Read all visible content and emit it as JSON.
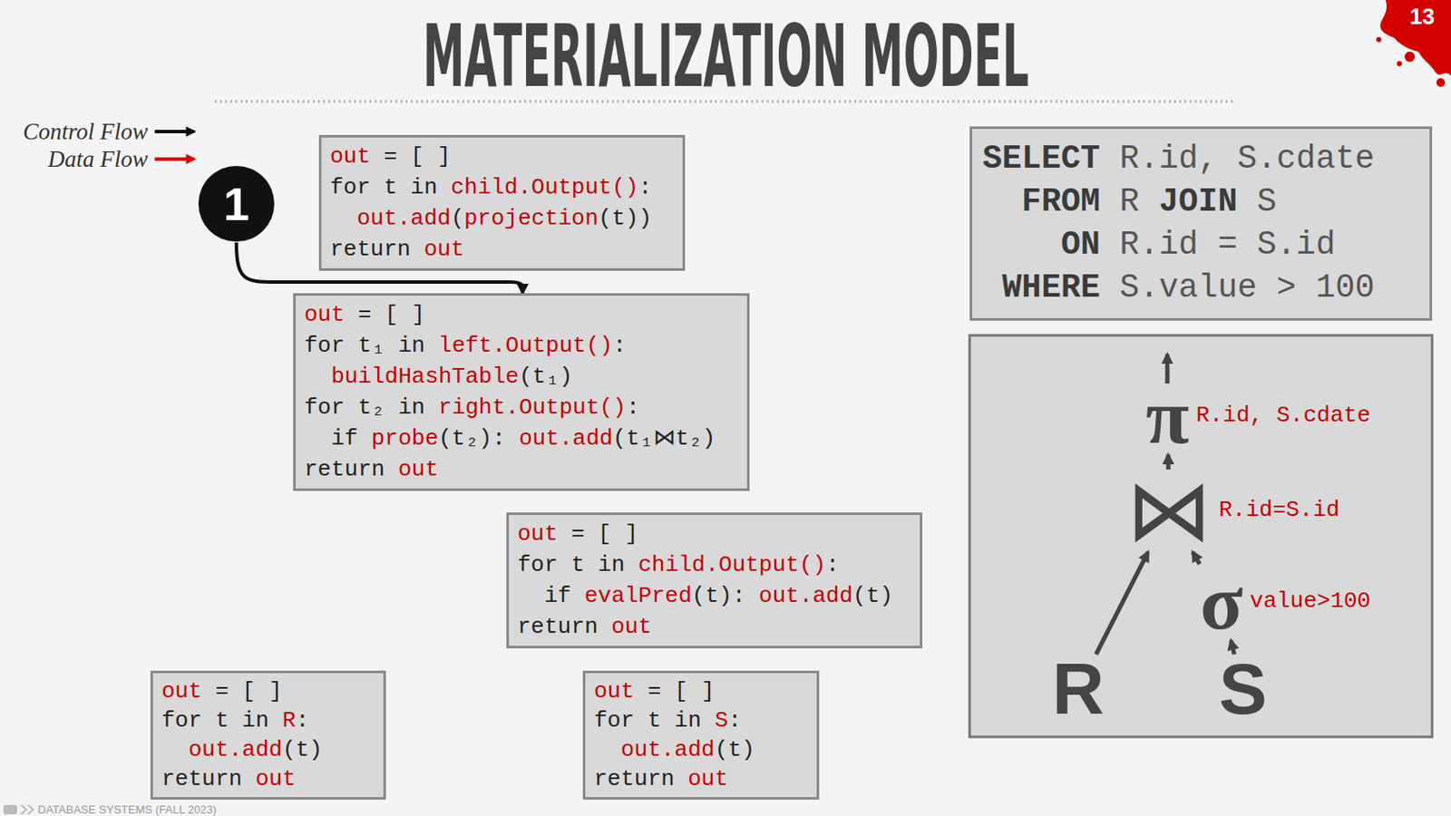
{
  "diagram": {
    "title": "MATERIALIZATION MODEL",
    "nodes": [
      {
        "text": [
          "out",
          "= [ ]",
          "for t in",
          "child.Output()",
          ":",
          "out.add",
          "(",
          "projection",
          "(t))",
          "return",
          "out"
        ]
      },
      {
        "text": [
          "1"
        ]
      },
      {
        "text": [
          "out",
          "= [ ]",
          "for t₁ in",
          "left.Output()",
          ":",
          "buildHashTable",
          "(t₁)",
          "for t₂ in",
          "right.Output()",
          ":",
          "if",
          "probe",
          "(t₂):",
          "out.add",
          "(t₁⋈t₂)",
          "return",
          "out"
        ]
      },
      {
        "text": [
          "out",
          "= [ ]",
          "for t in",
          "child.Output()",
          ":",
          "if",
          "evalPred",
          "(t):",
          "out.add",
          "(t)",
          "return",
          "out"
        ]
      },
      {
        "text": [
          "out",
          "= [ ]",
          "for t in",
          "R",
          ":",
          "out.add",
          "(t)",
          "return",
          "out"
        ]
      },
      {
        "text": [
          "out",
          "= [ ]",
          "for t in",
          "S",
          ":",
          "out.add",
          "(t)",
          "return",
          "out"
        ]
      },
      {
        "text": [
          "SELECT",
          "R.id, S.cdate",
          "FROM",
          "R",
          "JOIN",
          "S",
          "ON",
          "R.id = S.id",
          "WHERE",
          "S.value > 100"
        ]
      },
      {
        "text": [
          "π",
          "R.id, S.cdate"
        ]
      },
      {
        "text": [
          "⋈",
          "R.id=S.id"
        ]
      },
      {
        "text": [
          "σ",
          "value>100"
        ]
      },
      {
        "text": [
          "R"
        ]
      },
      {
        "text": [
          "S"
        ]
      }
    ],
    "edges": [
      {
        "from": 1,
        "to": 2,
        "arrow": "to"
      },
      {
        "from": 10,
        "to": 8,
        "arrow": "to"
      },
      {
        "from": 11,
        "to": 9,
        "arrow": "to"
      },
      {
        "from": 9,
        "to": 8,
        "arrow": "to"
      },
      {
        "from": 8,
        "to": 7,
        "arrow": "to"
      }
    ],
    "labels": [
      "13",
      "DATABASE SYSTEMS (FALL 2023)"
    ],
    "legend": [
      {
        "text": "Control Flow"
      },
      {
        "text": "Data Flow"
      }
    ]
  }
}
